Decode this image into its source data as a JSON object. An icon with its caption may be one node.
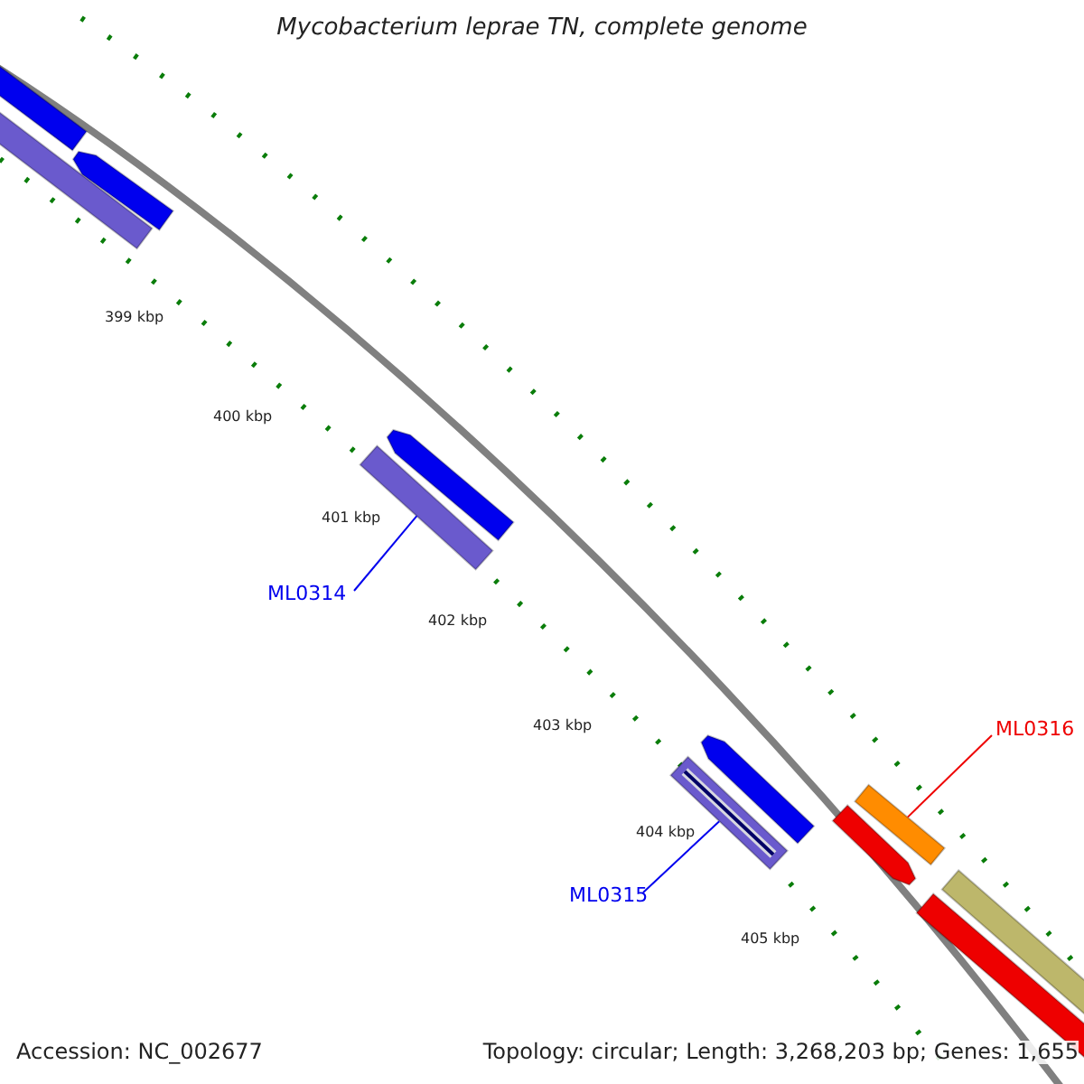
{
  "diagram": {
    "title": "Mycobacterium leprae TN, complete genome",
    "nodes": [
      {
        "text": [],
        "shape": "bar"
      },
      {
        "text": [],
        "shape": "arrow"
      },
      {
        "text": [],
        "shape": "bar"
      },
      {
        "text": [],
        "shape": "arrow"
      },
      {
        "text": [],
        "shape": "bar"
      },
      {
        "text": [
          "ML0314"
        ]
      },
      {
        "text": [
          "ML0316"
        ]
      },
      {
        "text": [],
        "shape": "arrow"
      },
      {
        "text": [],
        "shape": "bar"
      },
      {
        "text": [],
        "shape": "bar"
      },
      {
        "text": [],
        "shape": "arrow"
      },
      {
        "text": [],
        "shape": "bar"
      },
      {
        "text": [
          "ML0315"
        ]
      },
      {
        "text": [],
        "shape": "bar"
      }
    ],
    "edges": [
      {
        "from": 5,
        "to": 4,
        "arrow": "none"
      },
      {
        "from": 12,
        "to": 8,
        "arrow": "none"
      },
      {
        "from": 6,
        "to": 9,
        "arrow": "none",
        "color": "#ee0000"
      }
    ],
    "labels": [
      "399 kbp",
      "400 kbp",
      "401 kbp",
      "402 kbp",
      "403 kbp",
      "404 kbp",
      "405 kbp",
      "Accession: NC_002677",
      "Topology: circular; Length: 3,268,203 bp; Genes: 1,655"
    ]
  }
}
